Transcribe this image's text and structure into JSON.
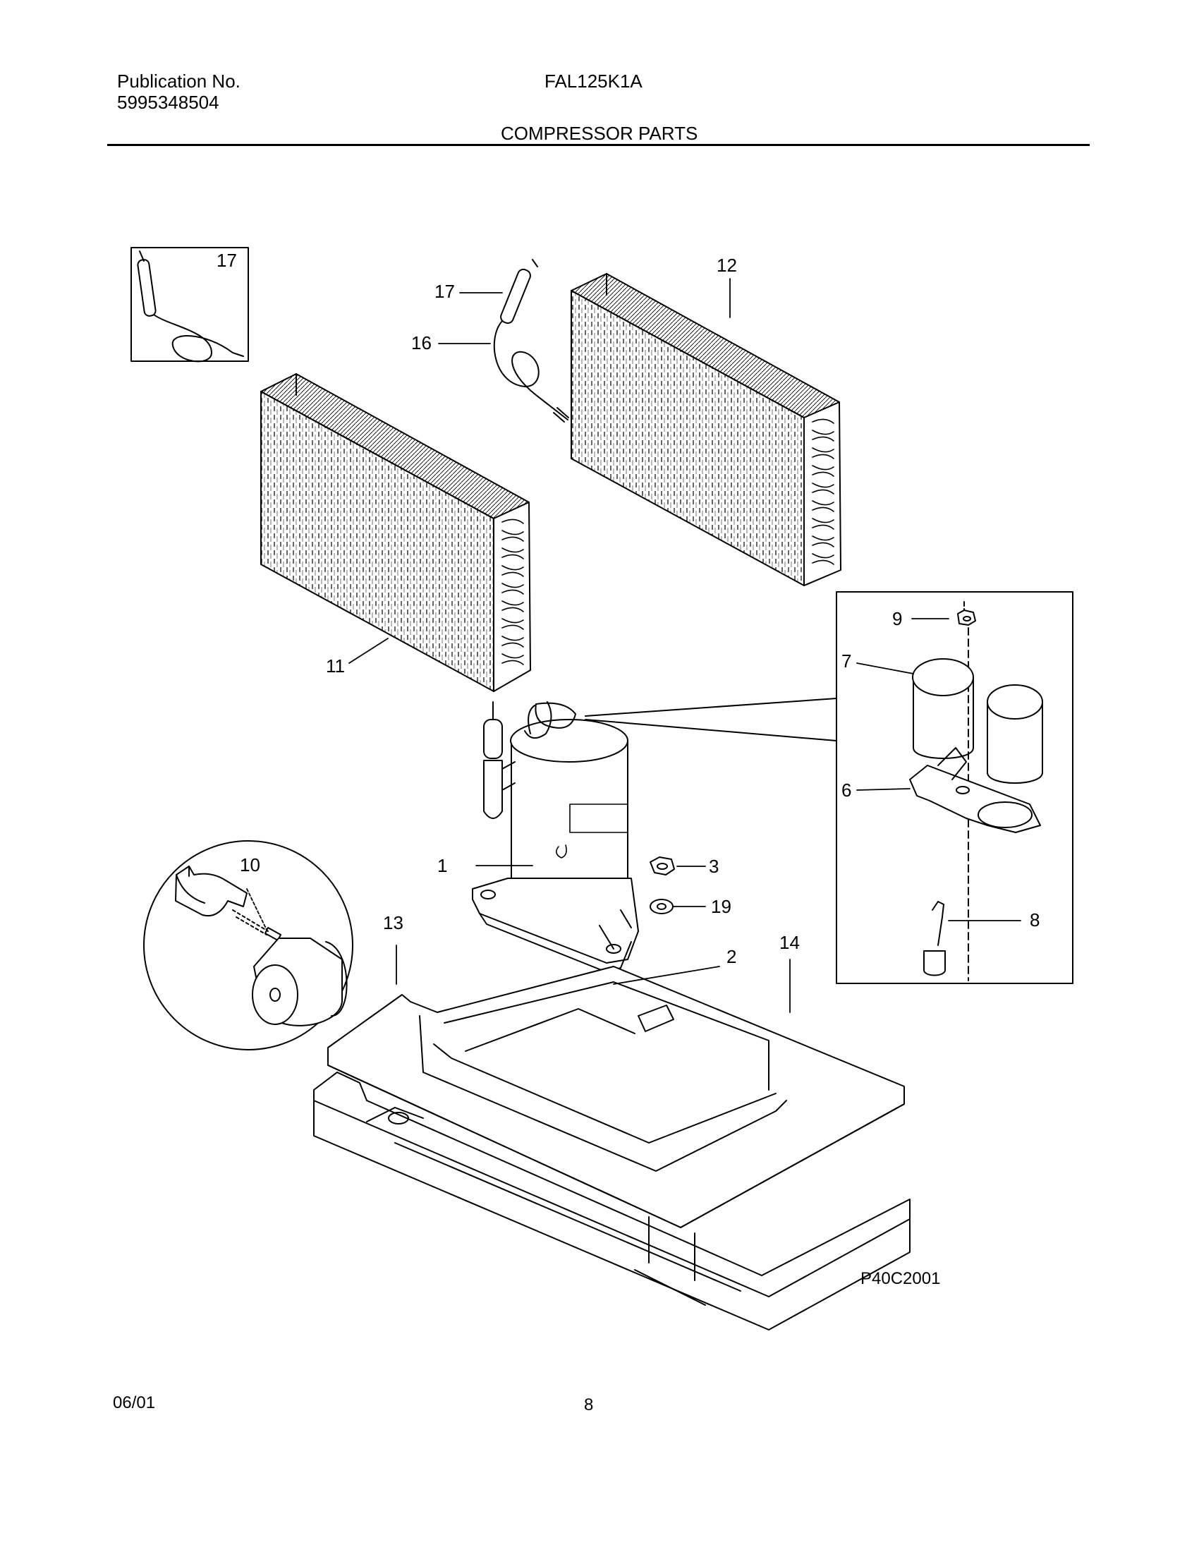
{
  "header": {
    "publication_label": "Publication No.",
    "publication_number": "5995348504",
    "model": "FAL125K1A",
    "section_title": "COMPRESSOR PARTS"
  },
  "diagram": {
    "drawing_code": "P40C2001",
    "callouts": {
      "c1": "1",
      "c2": "2",
      "c3": "3",
      "c6": "6",
      "c7": "7",
      "c8": "8",
      "c9": "9",
      "c10": "10",
      "c11": "11",
      "c12": "12",
      "c13": "13",
      "c14": "14",
      "c16": "16",
      "c17": "17",
      "c17_inset": "17",
      "c19": "19"
    }
  },
  "footer": {
    "date": "06/01",
    "page": "8"
  }
}
